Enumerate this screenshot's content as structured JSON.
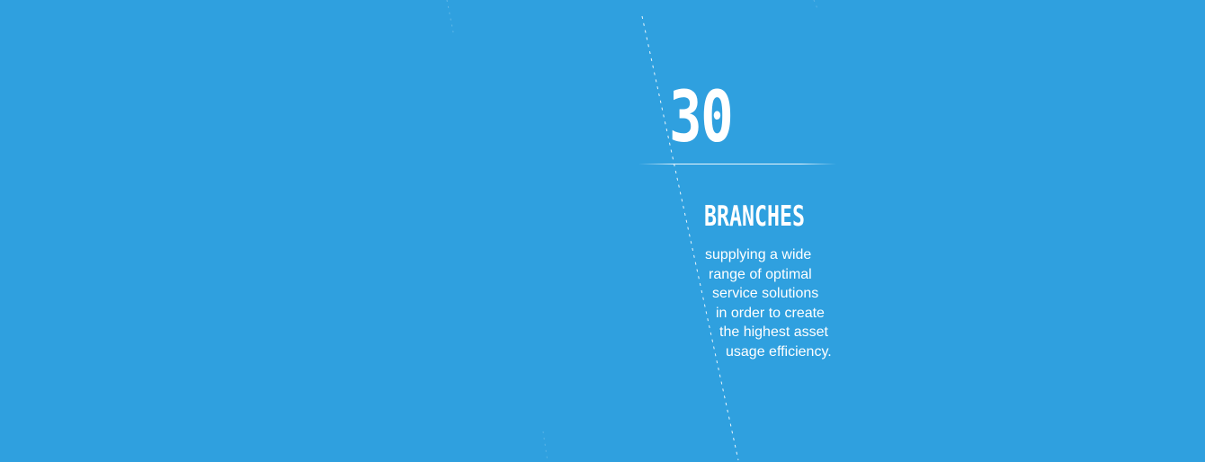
{
  "stat": {
    "number": "30",
    "label": "BRANCHES",
    "description_lines": [
      "supplying a wide",
      "range of optimal",
      "service solutions",
      "in order to create",
      "the highest asset",
      "usage efficiency."
    ]
  },
  "colors": {
    "background": "#2fa0df",
    "text": "#ffffff",
    "accent_line": "#dff2fb"
  }
}
